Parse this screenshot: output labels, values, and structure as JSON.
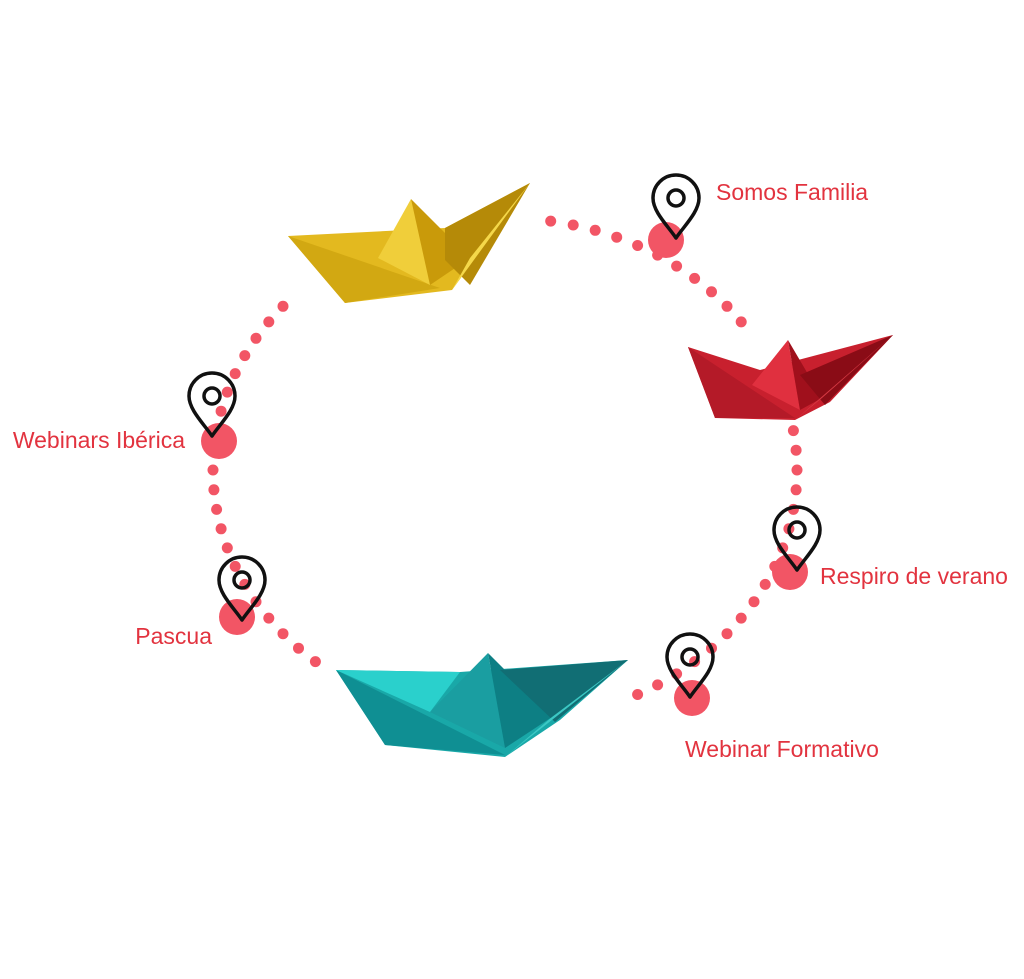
{
  "colors": {
    "dot": "#f25565",
    "label": "#e2333f",
    "pin": "#111111",
    "yellow": "#e8c02a",
    "red": "#c8202e",
    "teal": "#1bb5b5"
  },
  "milestones": [
    {
      "label": "Somos Familia",
      "icon": "map-pin-icon"
    },
    {
      "label": "Respiro de verano",
      "icon": "map-pin-icon"
    },
    {
      "label": "Webinar Formativo",
      "icon": "map-pin-icon"
    },
    {
      "label": "Pascua",
      "icon": "map-pin-icon"
    },
    {
      "label": "Webinars Ibérica",
      "icon": "map-pin-icon"
    }
  ]
}
